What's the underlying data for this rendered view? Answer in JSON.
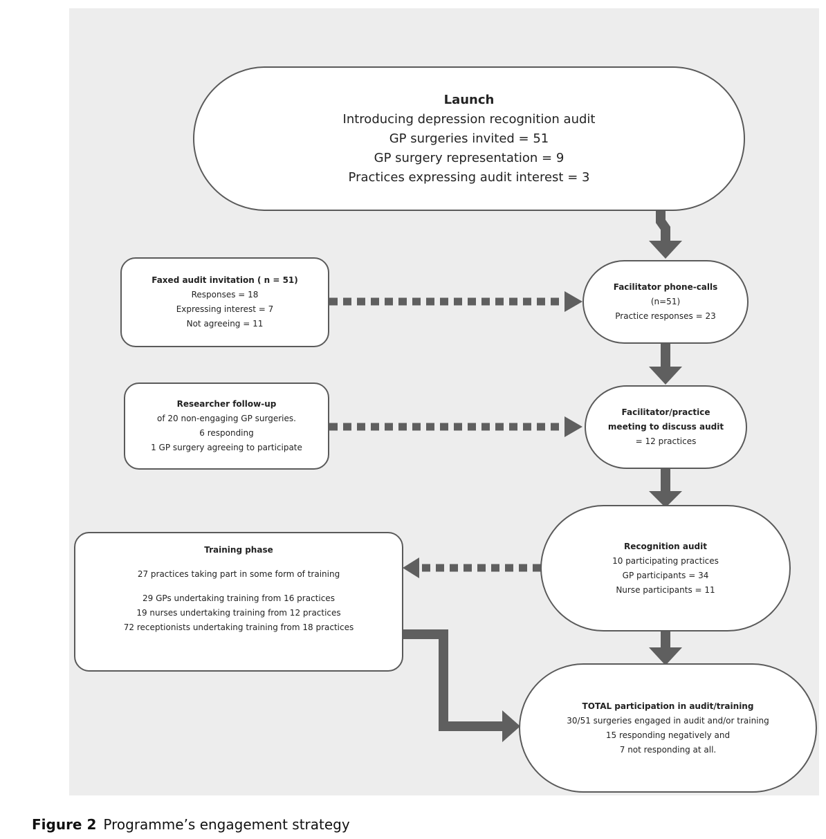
{
  "nodes": {
    "launch": {
      "title": "Launch",
      "lines": [
        "Introducing depression recognition audit",
        "GP surgeries invited = 51",
        "GP surgery representation = 9",
        "Practices expressing audit interest = 3"
      ]
    },
    "faxed": {
      "title": "Faxed audit invitation (  n  = 51)",
      "lines": [
        "Responses = 18",
        "Expressing interest = 7",
        "Not agreeing = 11"
      ]
    },
    "phone": {
      "title": "Facilitator phone-calls",
      "lines": [
        "(n=51)",
        "Practice responses = 23"
      ]
    },
    "researcher": {
      "title": "Researcher follow-up",
      "lines": [
        "of 20 non-engaging  GP surgeries.",
        "6 responding",
        "1 GP surgery agreeing to participate"
      ]
    },
    "meeting": {
      "title": "Facilitator/practice",
      "lines": [
        "meeting to discuss audit",
        "= 12 practices"
      ]
    },
    "recognition": {
      "title": "Recognition audit",
      "lines": [
        "10 participating practices",
        "GP participants = 34",
        "Nurse participants = 11"
      ]
    },
    "training": {
      "title": "Training phase",
      "lines": [
        "27 practices taking part in some form of training",
        "",
        "29 GPs undertaking training from 16 practices",
        "19 nurses undertaking training from 12 practices",
        "72 receptionists undertaking training from 18 practices"
      ]
    },
    "total": {
      "title": "TOTAL participation in audit/training",
      "lines": [
        "30/51 surgeries engaged in audit and/or training",
        "15 responding negatively and",
        "7 not responding at all."
      ]
    }
  },
  "caption": {
    "label": "Figure 2",
    "text": "Programme’s engagement strategy"
  },
  "colors": {
    "panel": "#ededed",
    "node_fill": "#ffffff",
    "node_border": "#5a5a5a",
    "arrow": "#5f5f5f"
  }
}
